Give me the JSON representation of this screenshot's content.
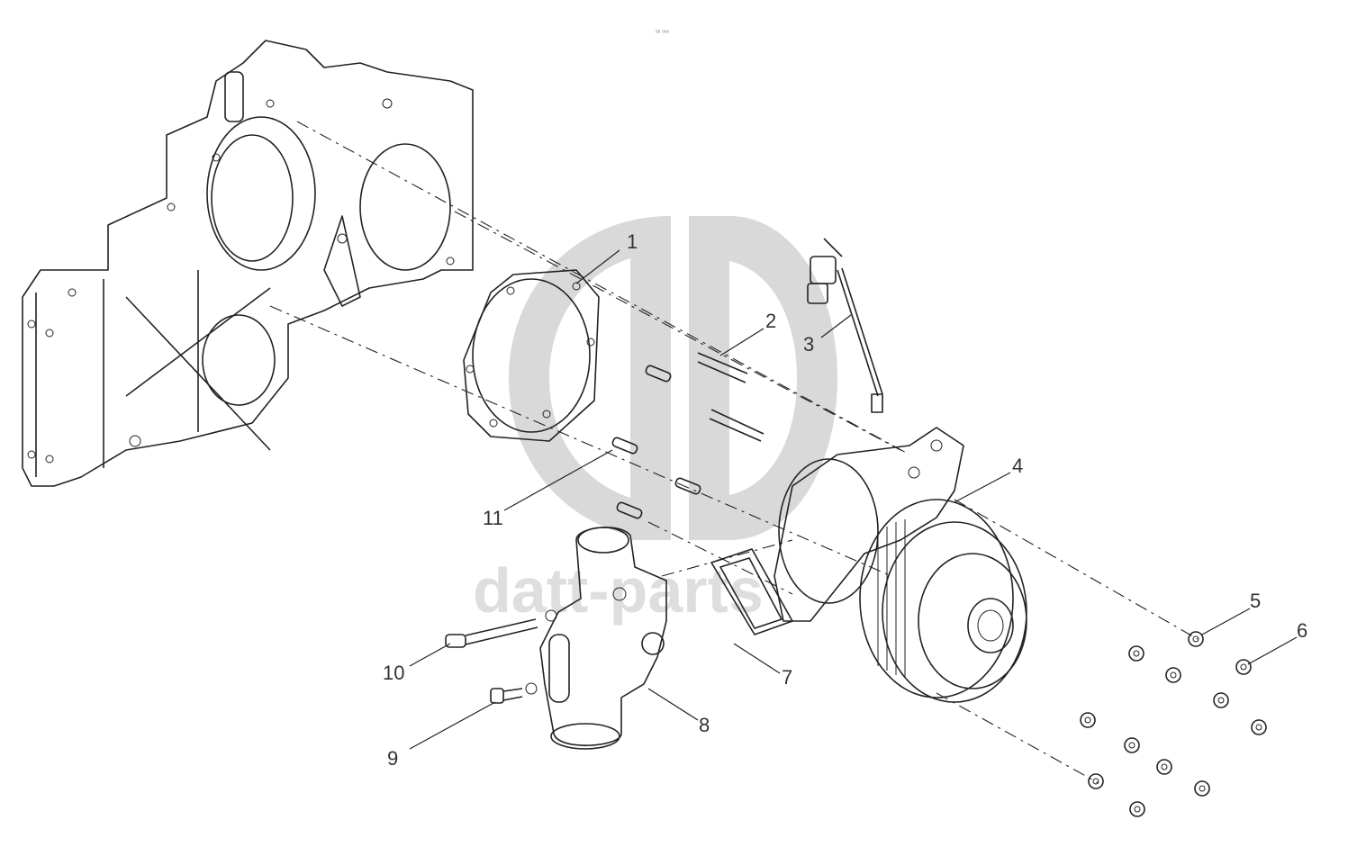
{
  "callouts": [
    {
      "id": "1",
      "label": "1"
    },
    {
      "id": "2",
      "label": "2"
    },
    {
      "id": "3",
      "label": "3"
    },
    {
      "id": "4",
      "label": "4"
    },
    {
      "id": "5",
      "label": "5"
    },
    {
      "id": "6",
      "label": "6"
    },
    {
      "id": "7",
      "label": "7"
    },
    {
      "id": "8",
      "label": "8"
    },
    {
      "id": "9",
      "label": "9"
    },
    {
      "id": "10",
      "label": "10"
    },
    {
      "id": "11",
      "label": "11"
    }
  ],
  "watermark": {
    "text": "datt-parts",
    "color": "#d9d9d9"
  },
  "header_mark": "ᵃᵇ ᵒᵒᵒ",
  "colors": {
    "line": "#222222",
    "label": "#333333",
    "background": "#ffffff"
  }
}
